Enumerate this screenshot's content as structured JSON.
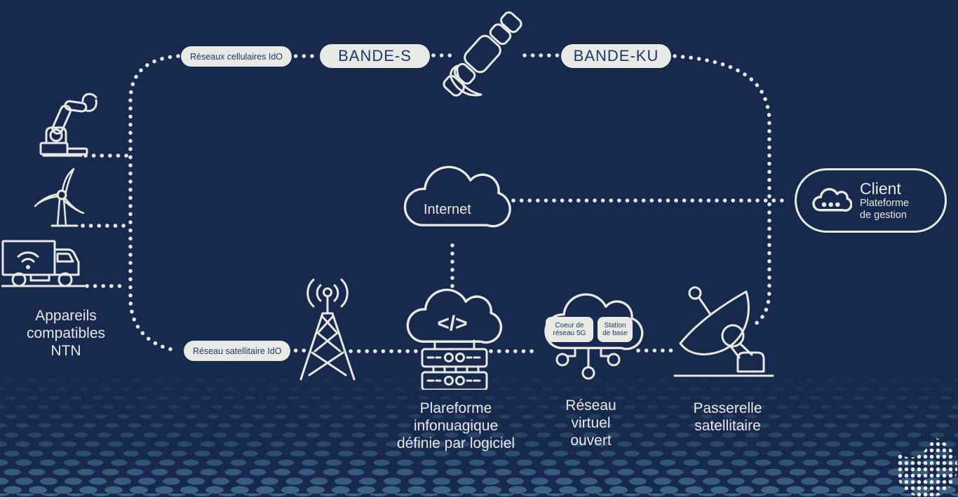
{
  "colors": {
    "background": "#17294c",
    "line": "#e8e8e4",
    "pill_bg": "#e9e9e6",
    "pill_text": "#1d3966",
    "halftone_dot": "#3f7294"
  },
  "icons": {
    "left_devices": [
      "robot-arm-icon",
      "wind-turbine-icon",
      "iot-truck-icon"
    ],
    "top": "satellite-icon",
    "center": "internet-cloud-icon",
    "bottom": [
      "cell-tower-icon",
      "sdn-cloud-servers-icon",
      "virtual-network-cloud-icon",
      "satellite-dish-icon"
    ],
    "client": "cloud-dots-icon",
    "logo": "dotted-globe-logo"
  },
  "top_flow": {
    "cellular_pill": "Réseaux cellulaires IdO",
    "band_s": "BANDE-S",
    "band_ku": "BANDE-KU"
  },
  "devices": {
    "label_line1": "Appareils",
    "label_line2": "compatibles",
    "label_line3": "NTN"
  },
  "internet": {
    "label": "Internet"
  },
  "client": {
    "title": "Client",
    "subtitle_line1": "Plateforme",
    "subtitle_line2": "de gestion"
  },
  "bottom_flow": {
    "satellite_pill": "Réseau satellitaire IdO",
    "sdn": {
      "code": "</>",
      "label_line1": "Plareforme",
      "label_line2": "infonuagique",
      "label_line3": "définie par logiciel"
    },
    "virtual_network": {
      "chip1_line1": "Coeur de",
      "chip1_line2": "réseau 5G",
      "chip2_line1": "Station",
      "chip2_line2": "de base",
      "label_line1": "Réseau",
      "label_line2": "virtuel",
      "label_line3": "ouvert"
    },
    "gateway": {
      "label_line1": "Passerelle",
      "label_line2": "satellitaire"
    }
  }
}
